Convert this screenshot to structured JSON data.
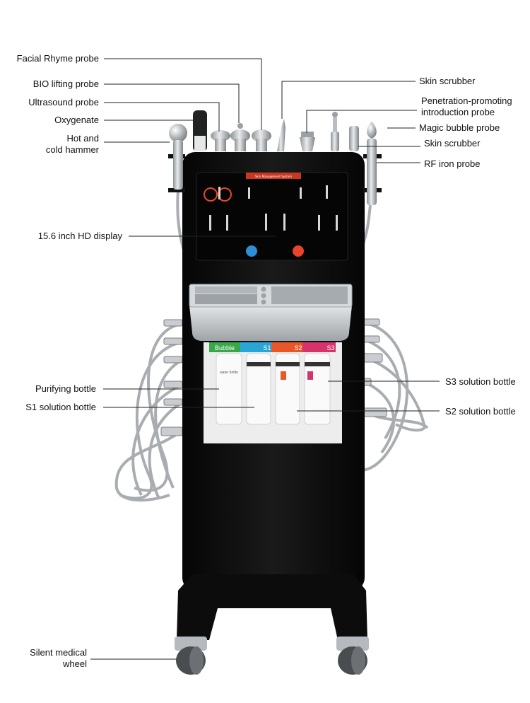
{
  "callouts": {
    "facial_rhyme_probe": "Facial Rhyme probe",
    "bio_lifting_probe": "BIO lifting probe",
    "ultrasound_probe": "Ultrasound probe",
    "oxygenate": "Oxygenate",
    "hot_and_cold_hammer": [
      "Hot and",
      "cold hammer"
    ],
    "skin_scrubber_top": "Skin scrubber",
    "penetration_promoting_probe": [
      "Penetration-promoting",
      "introduction probe"
    ],
    "magic_bubble_probe": "Magic bubble probe",
    "skin_scrubber_mid": "Skin scrubber",
    "rf_iron_probe": "RF iron probe",
    "hd_display": "15.6 inch HD display",
    "purifying_bottle": "Purifying bottle",
    "s1_solution_bottle": "S1 solution bottle",
    "s3_solution_bottle": "S3 solution bottle",
    "s2_solution_bottle": "S2 solution bottle",
    "silent_medical_wheel": [
      "Silent medical",
      "wheel"
    ]
  },
  "bottle_strip": {
    "bubble": "Bubble",
    "s1": "S1",
    "s2": "S2",
    "s3": "S3",
    "colors": [
      "#3aa84a",
      "#2aa6d6",
      "#e8572a",
      "#d6336c"
    ]
  },
  "bottles": {
    "water_label": "water bottle"
  },
  "screen": {
    "title": "Skin Management System"
  },
  "colors": {
    "cabinet": "#0b0b0b",
    "tray": "#bfc3c6",
    "screen_accent": "#e8452a",
    "screen_blue": "#2d8fd6"
  }
}
